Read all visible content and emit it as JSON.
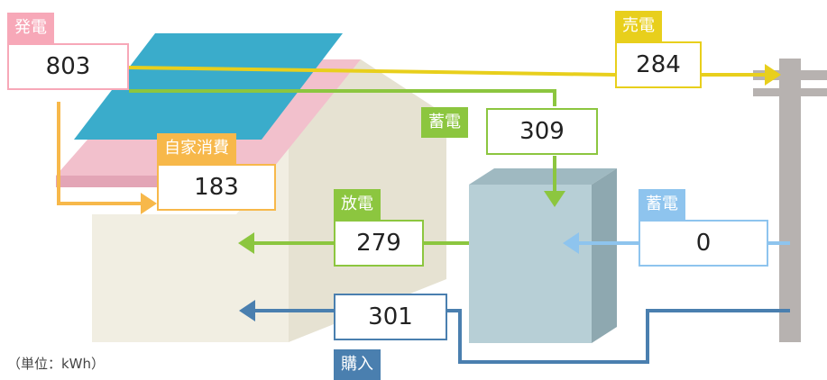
{
  "colors": {
    "generation": "#f7a8b8",
    "sell": "#e8cf1c",
    "self_consumption": "#f7b84a",
    "charge_from_solar": "#8cc63f",
    "discharge": "#8cc63f",
    "charge_from_grid": "#8ec4ee",
    "purchase": "#4a7faf",
    "solar_panel": "#3aaccb",
    "roof": "#f2c0cc",
    "house": "#f1eee2",
    "battery": "#b7cfd6",
    "utility_pole": "#b7b2b0"
  },
  "generation": {
    "label": "発電",
    "value": "803"
  },
  "sell": {
    "label": "売電",
    "value": "284"
  },
  "charge_solar": {
    "label": "蓄電",
    "value": "309"
  },
  "self_consumption": {
    "label": "自家消費",
    "value": "183"
  },
  "discharge": {
    "label": "放電",
    "value": "279"
  },
  "charge_grid": {
    "label": "蓄電",
    "value": "0"
  },
  "purchase": {
    "label": "購入",
    "value": "301"
  },
  "unit_note": "（単位：kWh）"
}
